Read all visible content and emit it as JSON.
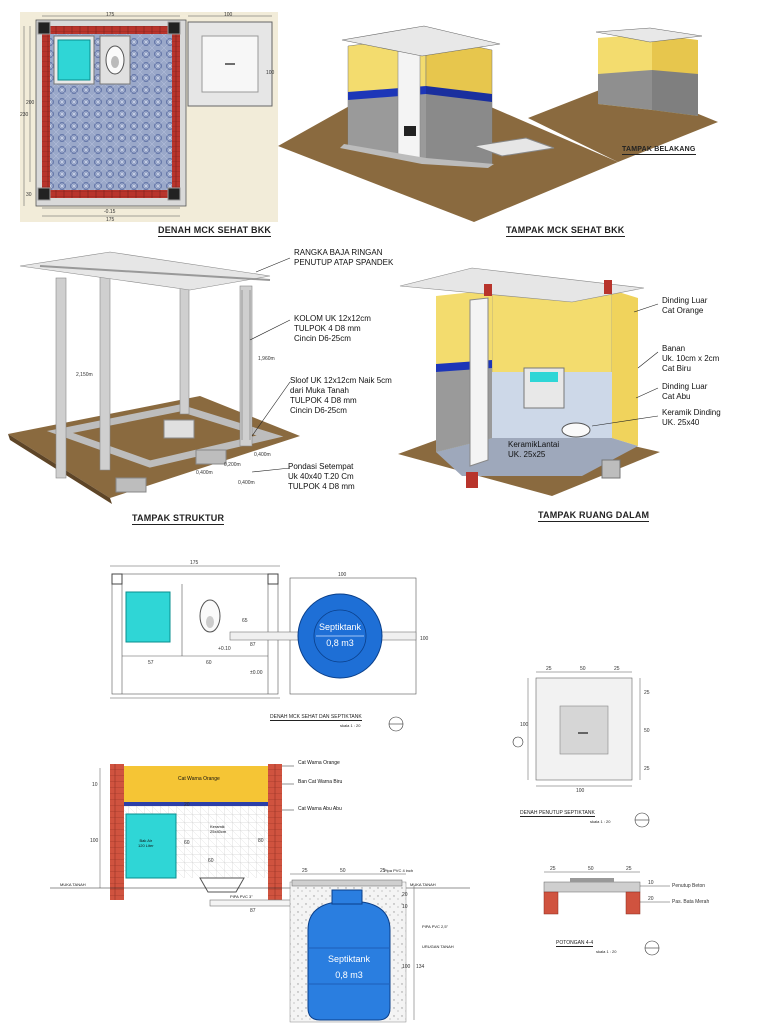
{
  "panel1": {
    "title": "DENAH MCK SEHAT BKK",
    "dims": {
      "top_w": "175",
      "top_w2": "100",
      "h_200": "200",
      "h_230": "230",
      "h_30": "30",
      "h_100": "100",
      "bottom_w": "175",
      "drop": "-0.15"
    }
  },
  "panel2": {
    "title": "TAMPAK MCK SEHAT BKK",
    "sub_title": "TAMPAK BELAKANG"
  },
  "panel3": {
    "title": "TAMPAK STRUKTUR",
    "dims": {
      "h1": "2,150m",
      "h2": "1,960m",
      "d1": "0,400m",
      "d2": "0,400m",
      "d3": "0,400m",
      "d4": "0,200m"
    },
    "labels": [
      "RANGKA BAJA RINGAN\nPENUTUP ATAP SPANDEK",
      "KOLOM UK 12x12cm\nTULPOK 4 D8 mm\nCincin D6-25cm",
      "Sloof UK 12x12cm Naik 5cm\ndari Muka Tanah\nTULPOK 4 D8 mm\nCincin D6-25cm",
      "Pondasi Setempat\nUk 40x40 T.20 Cm\nTULPOK 4 D8 mm"
    ]
  },
  "panel4": {
    "title": "TAMPAK RUANG DALAM",
    "labels": [
      "Dinding Luar\nCat Orange",
      "Banan\nUk. 10cm x 2cm\nCat Biru",
      "Dinding Luar\nCat Abu",
      "Keramik Dinding\nUK. 25x40",
      "KeramikLantai\nUK. 25x25"
    ]
  },
  "panel5": {
    "title": "DENAH MCK SEHAT DAN SEPTIKTANK",
    "scale": "skala 1 : 20",
    "tank_label": "Septiktank",
    "tank_volume": "0,8 m3",
    "dims": {
      "w175": "175",
      "w100": "100",
      "d57": "57",
      "d60": "60",
      "d65": "65",
      "d87": "87",
      "lv1": "+0.10",
      "lv0": "±0.00",
      "h100": "100"
    }
  },
  "panel6": {
    "title": "DENAH PENUTUP SEPTIKTANK",
    "scale": "skala 1 : 20",
    "dims": {
      "t25a": "25",
      "t50": "50",
      "t25b": "25",
      "r25a": "25",
      "r50": "50",
      "r25b": "25",
      "b100": "100",
      "l100": "100"
    }
  },
  "panel7": {
    "labels": {
      "paint_orange": "Cat Warna Orange",
      "band_blue": "Ban Cat Warna Biru",
      "paint_grey": "Cat Warna Abu Abu",
      "wall_band": "Cat Warna Orange",
      "bak_air": "Bak Air\n120 Liter",
      "keramik": "Keramik\n25x40cm",
      "muka_tanah_l": "MUKA TANAH",
      "muka_tanah_r": "MUKA TANAH",
      "pipa_pvc_top": "Pipa PVC 4 inch",
      "pipa_pvc_3": "PIPA PVC 3\"",
      "pipa_pvc_25": "PIPA PVC 2,5\"",
      "urugan": "URUGAN TANAH"
    },
    "tank_label": "Septiktank",
    "tank_volume": "0,8 m3",
    "dims": {
      "d10": "10",
      "d100": "100",
      "d20": "20",
      "d60a": "60",
      "d60b": "60",
      "d80": "80",
      "d87": "87",
      "d25a": "25",
      "d50": "50",
      "d25b": "25",
      "d20b": "20",
      "d10b": "10",
      "d100b": "100",
      "d134": "134"
    }
  },
  "panel8": {
    "title": "POTONGAN 4-4",
    "scale": "skala 1 : 20",
    "labels": {
      "cover": "Penutup Beton",
      "brick": "Pas. Bata Merah"
    },
    "dims": {
      "t25a": "25",
      "t50": "50",
      "t25b": "25",
      "h10": "10",
      "h20": "20"
    }
  }
}
